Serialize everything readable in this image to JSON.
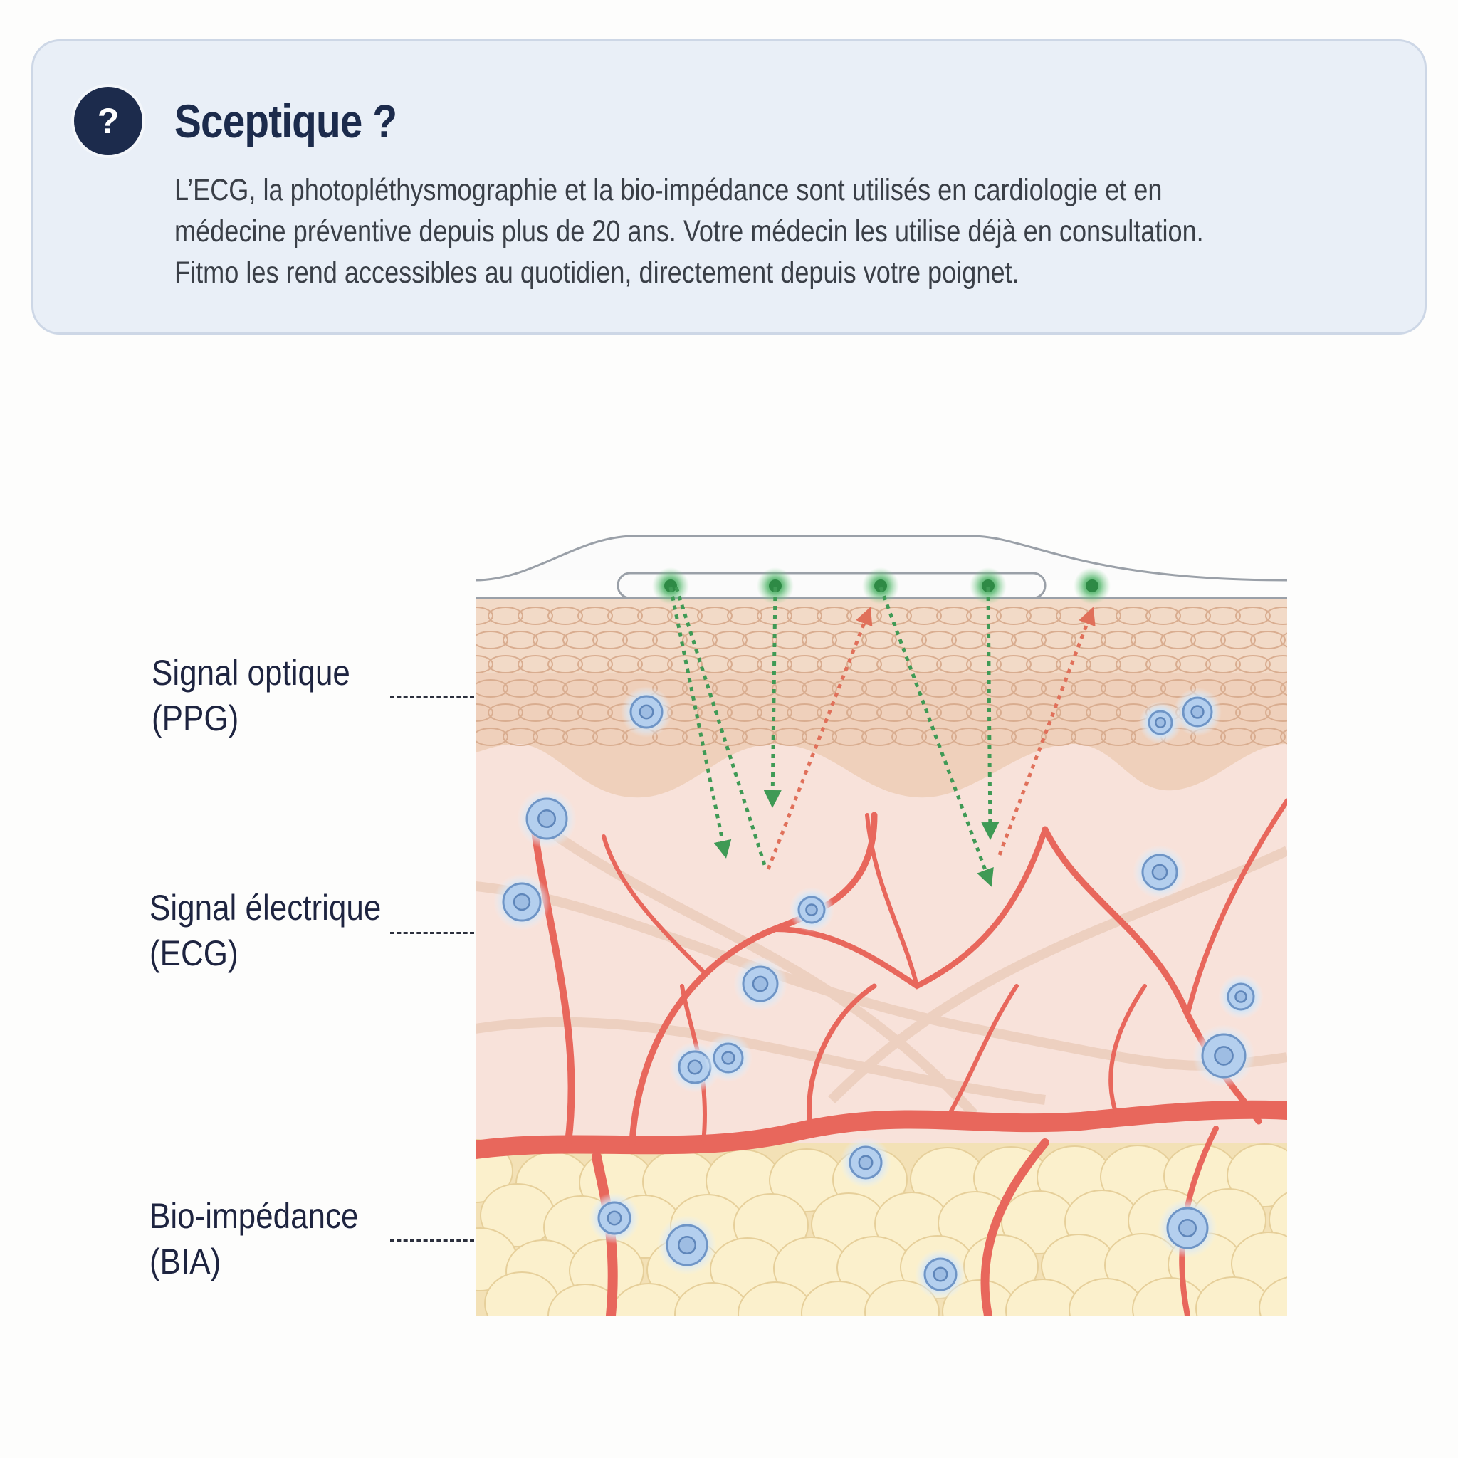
{
  "card": {
    "icon": "question-icon",
    "icon_glyph": "?",
    "title": "Sceptique ?",
    "body_lines": [
      "L’ECG, la photopléthysmographie et la bio-impédance sont utilisés en cardiologie et en",
      "médecine préventive depuis plus de 20 ans. Votre médecin les utilise déjà en consultation.",
      "Fitmo les rend accessibles au quotidien, directement depuis votre poignet."
    ]
  },
  "diagram": {
    "labels": [
      {
        "line1": "Signal optique",
        "line2": "(PPG)"
      },
      {
        "line1": "Signal électrique",
        "line2": "(ECG)"
      },
      {
        "line1": "Bio-impédance",
        "line2": "(BIA)"
      }
    ],
    "colors": {
      "emitted_light": "#3f9a55",
      "reflected_light": "#e0705a",
      "vessel": "#e8675c",
      "cell": "#a9c6e8",
      "fat": "#f7e9bd",
      "dermis": "#f8e2da",
      "epidermis": "#efcfb8"
    }
  }
}
